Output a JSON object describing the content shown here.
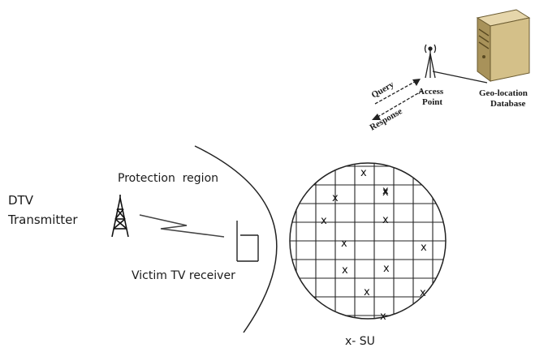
{
  "labels": {
    "dtv_line1": "DTV",
    "dtv_line2": "Transmitter",
    "protection_region": "Protection  region",
    "victim_receiver": "Victim TV receiver",
    "su_legend": "x- SU",
    "query": "Query",
    "response": "Response",
    "access_point_line1": "Access",
    "access_point_line2": "Point",
    "geo_db_line1": "Geo-location",
    "geo_db_line2": "Database"
  },
  "su_mark": "x",
  "su_count": 14,
  "icons": {
    "tower": "transmission-tower-icon",
    "receiver": "tv-receiver-icon",
    "access_point": "access-point-antenna-icon",
    "database": "server-database-icon"
  }
}
